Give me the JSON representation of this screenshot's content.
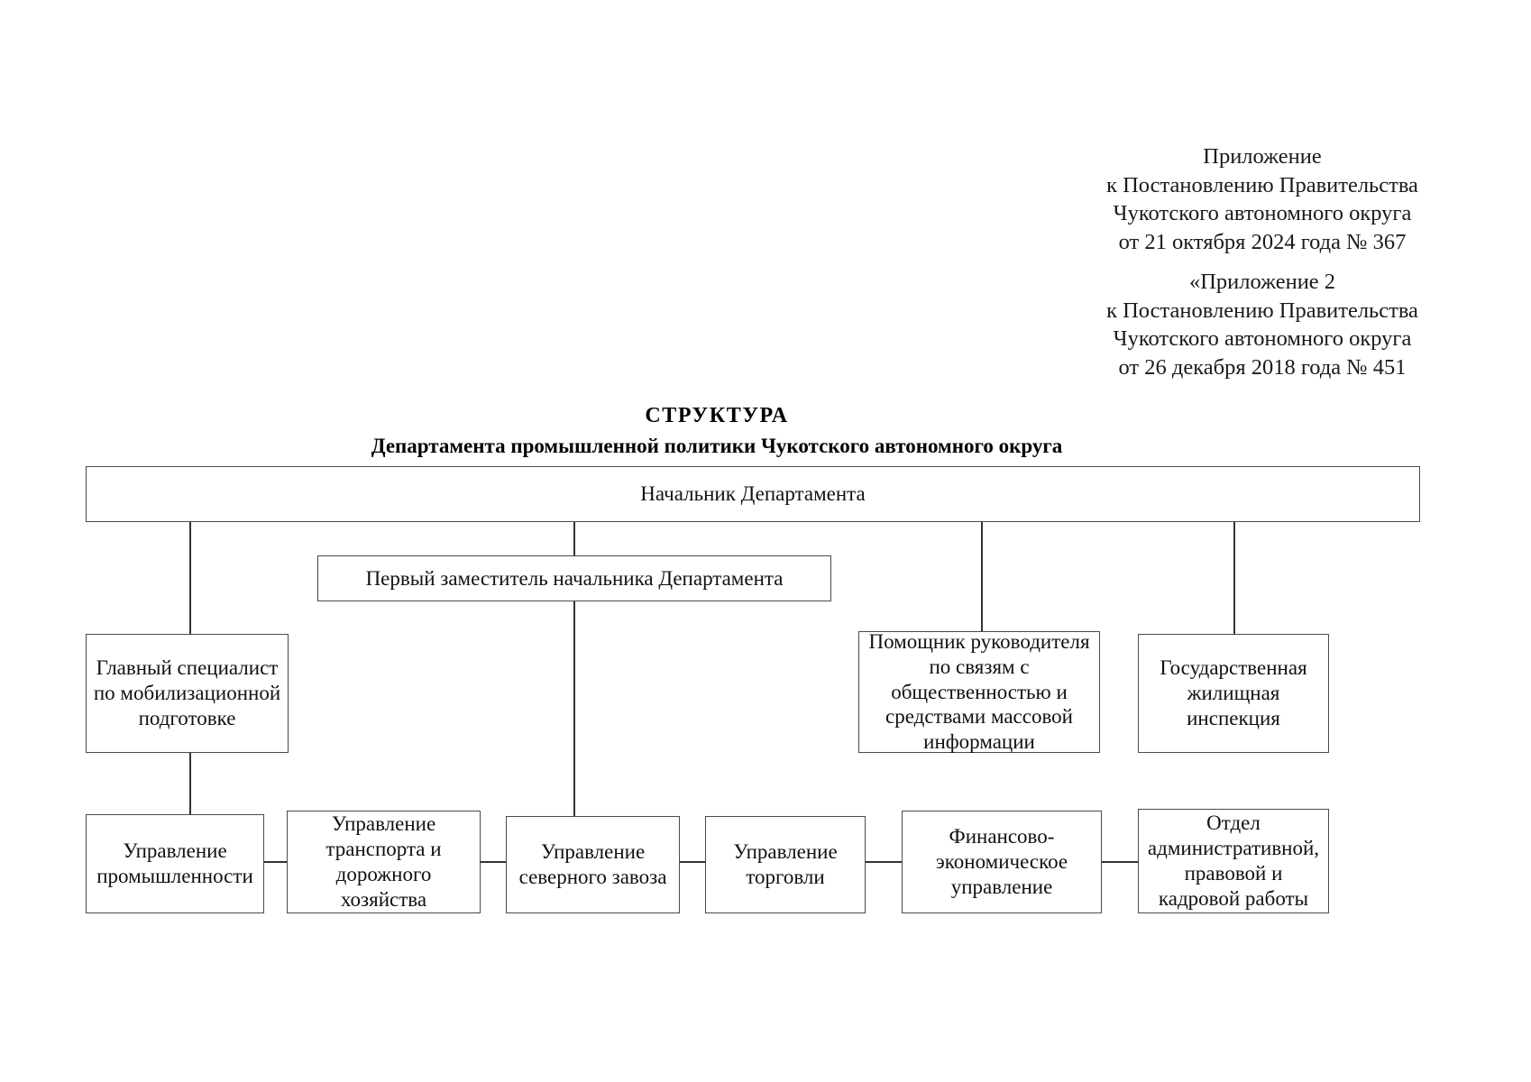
{
  "document": {
    "reference_blocks": [
      {
        "id": "appendix-current",
        "lines": [
          "Приложение",
          "к Постановлению Правительства",
          "Чукотского автономного округа",
          "от  21 октября 2024 года №  367"
        ]
      },
      {
        "id": "appendix-2",
        "lines": [
          "«Приложение 2",
          "к Постановлению Правительства",
          "Чукотского автономного округа",
          "от 26 декабря 2018 года № 451"
        ]
      }
    ],
    "title": {
      "main": "СТРУКТУРА",
      "subtitle": "Департамента промышленной политики Чукотского автономного округа"
    }
  },
  "chart_data": {
    "type": "diagram",
    "title": "СТРУКТУРА Департамента промышленной политики Чукотского автономного округа",
    "orientation": "top-down",
    "nodes": [
      {
        "id": "head",
        "level": 0,
        "lines": [
          "Начальник Департамента"
        ]
      },
      {
        "id": "deputy",
        "level": 1,
        "parent": "head",
        "lines": [
          "Первый заместитель начальника Департамента"
        ]
      },
      {
        "id": "mobilization",
        "level": 2,
        "parent": "head",
        "lines": [
          "Главный специалист",
          "по мобилизационной",
          "подготовке"
        ]
      },
      {
        "id": "press",
        "level": 2,
        "parent": "head",
        "lines": [
          "Помощник руководителя",
          "по связям с",
          "общественностью и",
          "средствами массовой",
          "информации"
        ]
      },
      {
        "id": "housing",
        "level": 2,
        "parent": "head",
        "lines": [
          "Государственная",
          "жилищная",
          "инспекция"
        ]
      },
      {
        "id": "industry",
        "level": 3,
        "parent": "deputy",
        "lines": [
          "Управление",
          "промышленности"
        ]
      },
      {
        "id": "transport",
        "level": 3,
        "parent": "deputy",
        "lines": [
          "Управление",
          "транспорта и",
          "дорожного",
          "хозяйства"
        ]
      },
      {
        "id": "northdelivery",
        "level": 3,
        "parent": "deputy",
        "lines": [
          "Управление",
          "северного завоза"
        ]
      },
      {
        "id": "trade",
        "level": 3,
        "parent": "deputy",
        "lines": [
          "Управление",
          "торговли"
        ]
      },
      {
        "id": "finance",
        "level": 3,
        "parent": "deputy",
        "lines": [
          "Финансово-",
          "экономическое",
          "управление"
        ]
      },
      {
        "id": "admin",
        "level": 3,
        "parent": "deputy",
        "lines": [
          "Отдел",
          "административной,",
          "правовой и",
          "кадровой работы"
        ]
      }
    ],
    "edges": [
      {
        "from": "head",
        "to": "deputy"
      },
      {
        "from": "head",
        "to": "mobilization"
      },
      {
        "from": "head",
        "to": "press"
      },
      {
        "from": "head",
        "to": "housing"
      },
      {
        "from": "head",
        "to": "industry"
      },
      {
        "from": "deputy",
        "to": "industry"
      },
      {
        "from": "deputy",
        "to": "transport"
      },
      {
        "from": "deputy",
        "to": "northdelivery"
      },
      {
        "from": "deputy",
        "to": "trade"
      },
      {
        "from": "deputy",
        "to": "finance"
      },
      {
        "from": "deputy",
        "to": "admin"
      }
    ],
    "colors": {
      "box_border": "#4a4a4a",
      "connector": "#333333",
      "text": "#111111",
      "background": "#ffffff"
    }
  }
}
